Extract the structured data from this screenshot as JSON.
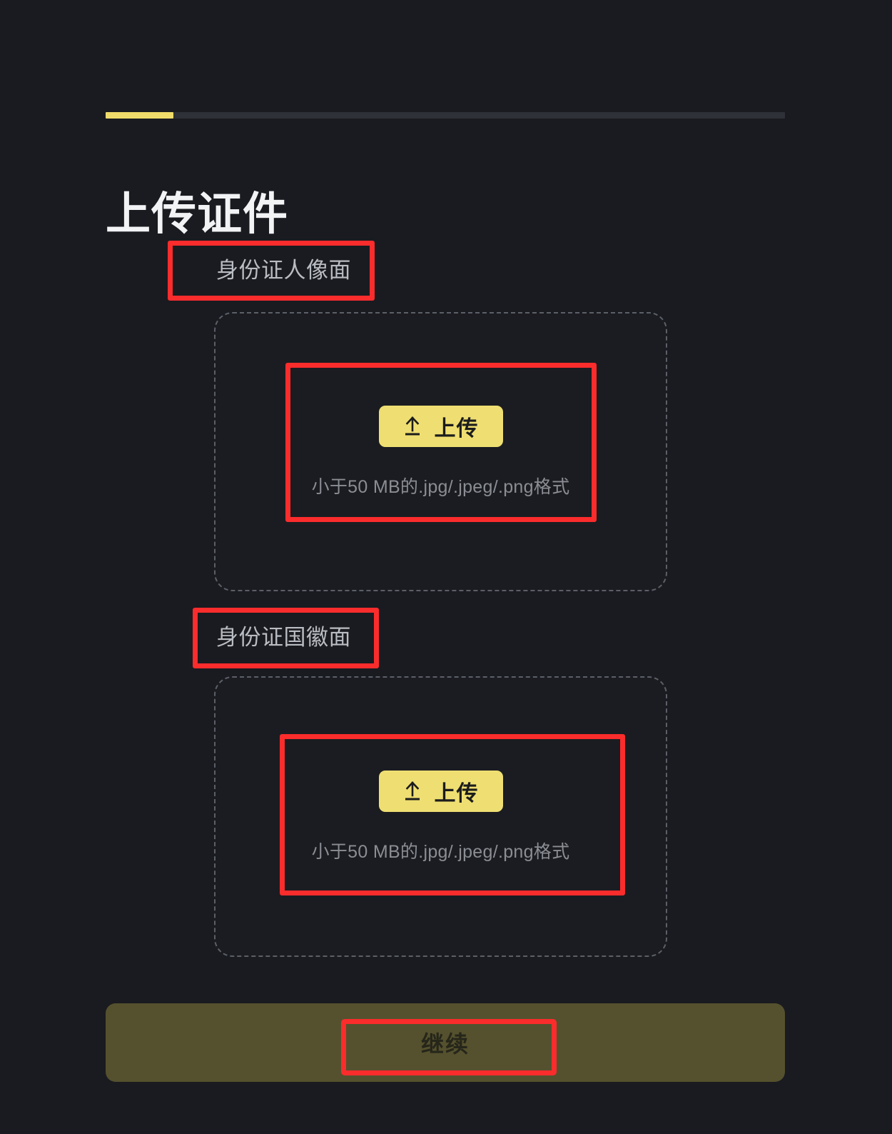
{
  "page": {
    "title": "上传证件",
    "background_color": "#1a1b20",
    "accent_color": "#efdf72"
  },
  "progress": {
    "name": "step-progress",
    "percent": 10,
    "fill_color": "#f0dc6a",
    "track_color": "#2e3138"
  },
  "sections": [
    {
      "label": "身份证人像面",
      "upload_button_label": "上传",
      "upload_icon": "upload-arrow-icon",
      "hint": "小于50 MB的.jpg/.jpeg/.png格式"
    },
    {
      "label": "身份证国徽面",
      "upload_button_label": "上传",
      "upload_icon": "upload-arrow-icon",
      "hint": "小于50 MB的.jpg/.jpeg/.png格式"
    }
  ],
  "footer": {
    "continue_label": "继续",
    "continue_enabled": false,
    "continue_color": "#55512e"
  },
  "annotations": {
    "color": "#fb2c2c",
    "boxes": [
      "身份证人像面",
      "上传 / 小于50 MB的.jpg/.jpeg/.png格式",
      "身份证国徽面",
      "上传 / 小于50 MB的.jpg/.jpeg/.png格式",
      "继续"
    ]
  }
}
